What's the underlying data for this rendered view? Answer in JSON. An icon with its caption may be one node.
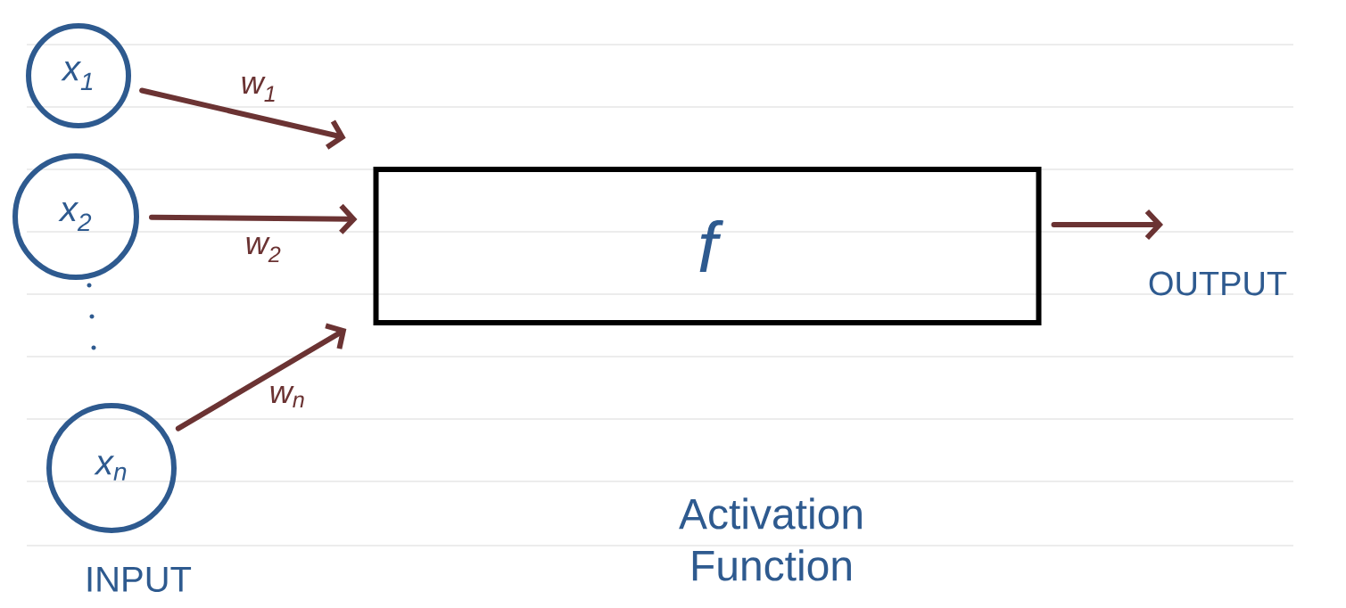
{
  "diagram": {
    "nodes": [
      {
        "text": [
          "x$_{1}$"
        ]
      },
      {
        "text": [
          "x$_{2}$"
        ]
      },
      {
        "text": [
          "x$_{n}$"
        ]
      },
      {
        "text": [
          "f"
        ]
      }
    ],
    "edges": [
      {
        "from": 0,
        "to": 3,
        "arrow": "to",
        "label": "w$_{1}$"
      },
      {
        "from": 1,
        "to": 3,
        "arrow": "to",
        "label": "w$_{2}$"
      },
      {
        "from": 2,
        "to": 3,
        "arrow": "to",
        "label": "w$_{n}$"
      },
      {
        "from": 3,
        "to": null,
        "arrow": "to"
      }
    ],
    "labels": [
      "OUTPUT",
      "INPUT",
      "Activation Function"
    ]
  }
}
